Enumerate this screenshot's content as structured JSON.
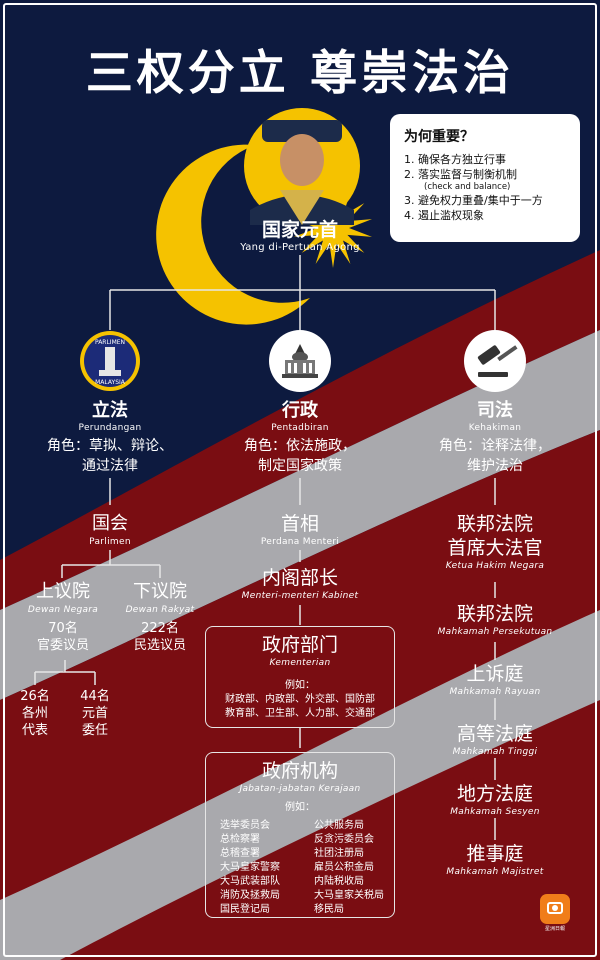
{
  "title": "三权分立  尊崇法治",
  "colors": {
    "navy": "#0d1a3f",
    "red": "#7a0d12",
    "gray": "#a9a9ad",
    "yellow": "#f5c200",
    "white": "#ffffff"
  },
  "why": {
    "heading": "为何重要？",
    "items": [
      "1. 确保各方独立行事",
      "2. 落实监督与制衡机制",
      "(check and balance)",
      "3. 避免权力重叠/集中于一方",
      "4. 遏止滥权现象"
    ]
  },
  "head_of_state": {
    "name": "国家元首",
    "sub": "Yang di-Pertuan Agong",
    "icon": "crescent-star-icon"
  },
  "branches": {
    "legislative": {
      "name": "立法",
      "sub": "Perundangan",
      "role_lines": [
        "角色：草拟、辩论、",
        "通过法律"
      ],
      "icon": "parliament-badge-icon",
      "badge_top": "PARLIMEN",
      "badge_bottom": "MALAYSIA",
      "body": {
        "name": "国会",
        "sub": "Parlimen"
      },
      "upper": {
        "name": "上议院",
        "sub": "Dewan Negara",
        "count": "70名",
        "desc": "官委议员"
      },
      "lower": {
        "name": "下议院",
        "sub": "Dewan Rakyat",
        "count": "222名",
        "desc": "民选议员"
      },
      "upper_split": [
        {
          "count": "26名",
          "lines": [
            "各州",
            "代表"
          ]
        },
        {
          "count": "44名",
          "lines": [
            "元首",
            "委任"
          ]
        }
      ]
    },
    "executive": {
      "name": "行政",
      "sub": "Pentadbiran",
      "role_lines": [
        "角色：依法施政，",
        "制定国家政策"
      ],
      "icon": "government-building-icon",
      "pm": {
        "name": "首相",
        "sub": "Perdana Menteri"
      },
      "cabinet": {
        "name": "内阁部长",
        "sub": "Menteri-menteri Kabinet"
      },
      "ministries": {
        "name": "政府部门",
        "sub": "Kementerian",
        "example_label": "例如：",
        "lines": [
          "财政部、内政部、外交部、国防部",
          "教育部、卫生部、人力部、交通部"
        ]
      },
      "agencies": {
        "name": "政府机构",
        "sub": "Jabatan-jabatan Kerajaan",
        "example_label": "例如：",
        "left": [
          "选举委员会",
          "总检察署",
          "总稽查署",
          "大马皇家警察",
          "大马武装部队",
          "消防及拯救局",
          "国民登记局"
        ],
        "right": [
          "公共服务局",
          "反贪污委员会",
          "社团注册局",
          "雇员公积金局",
          "内陆税收局",
          "大马皇家关税局",
          "移民局"
        ]
      }
    },
    "judiciary": {
      "name": "司法",
      "sub": "Kehakiman",
      "role_lines": [
        "角色：诠释法律，",
        "维护法治"
      ],
      "icon": "gavel-icon",
      "chief": {
        "lines": [
          "联邦法院",
          "首席大法官"
        ],
        "sub": "Ketua Hakim Negara"
      },
      "courts": [
        {
          "name": "联邦法院",
          "sub": "Mahkamah Persekutuan"
        },
        {
          "name": "上诉庭",
          "sub": "Mahkamah Rayuan"
        },
        {
          "name": "高等法庭",
          "sub": "Mahkamah Tinggi"
        },
        {
          "name": "地方法庭",
          "sub": "Mahkamah Sesyen"
        },
        {
          "name": "推事庭",
          "sub": "Mahkamah Majistret"
        }
      ]
    }
  },
  "logo": {
    "icon": "camera-logo-icon",
    "text": "星洲日報"
  }
}
